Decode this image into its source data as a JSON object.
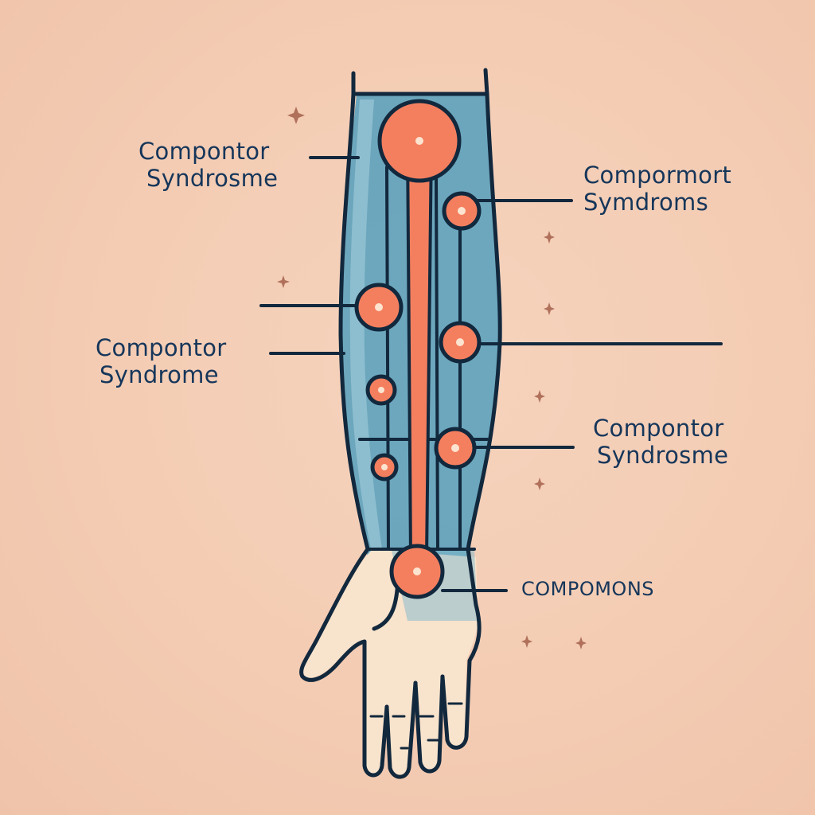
{
  "colors": {
    "background": "#f4cdb4",
    "arm_fill": "#5fa3bd",
    "outline": "#12283d",
    "nerve": "#f47f5f",
    "node_core": "#fde4d0",
    "hand_fill": "#f8e3cc",
    "label_text": "#16365a",
    "sparkle": "#b0705a"
  },
  "labels": [
    {
      "line1": "Compontor",
      "line2": "Syndrosme"
    },
    {
      "line1": "Compormort",
      "line2": "Symdroms"
    },
    {
      "line1": "Compontor",
      "line2": "Syndrome"
    },
    {
      "line1": "Compontor",
      "line2": "Syndrosme"
    },
    {
      "line1": "COMPOMONS",
      "line2": ""
    }
  ]
}
